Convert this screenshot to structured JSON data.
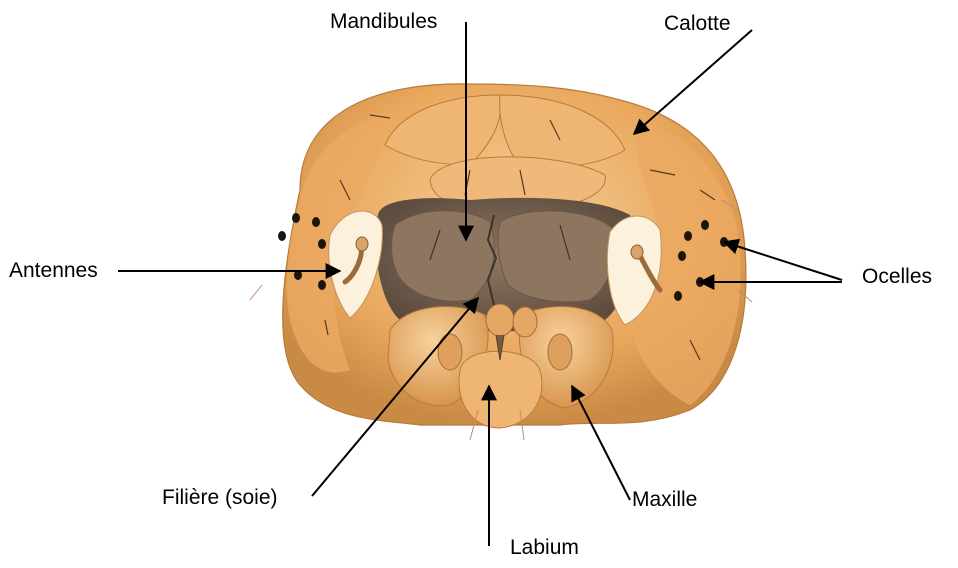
{
  "labels": {
    "mandibules": "Mandibules",
    "calotte": "Calotte",
    "antennes": "Antennes",
    "ocelles": "Ocelles",
    "filiere": "Filière (soie)",
    "maxille": "Maxille",
    "labium": "Labium"
  },
  "colors": {
    "capsule": "#e8a55a",
    "capsule_light": "#f3c58c",
    "capsule_shadow": "#c98a45",
    "mouth_cavity": "#8a7058",
    "mouth_dark": "#4a3d33",
    "ocellus": "#1c140d",
    "arrow": "#000000"
  }
}
